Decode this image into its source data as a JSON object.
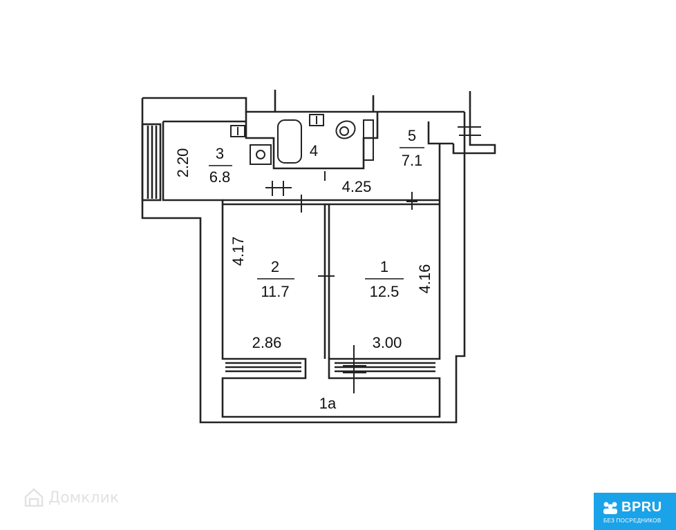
{
  "rooms": [
    {
      "id": "1",
      "area": "12.5"
    },
    {
      "id": "2",
      "area": "11.7"
    },
    {
      "id": "3",
      "area": "6.8"
    },
    {
      "id": "4"
    },
    {
      "id": "5",
      "area": "7.1"
    },
    {
      "id": "1a"
    }
  ],
  "dimensions": {
    "d1": "2.20",
    "d2": "4.25",
    "d3": "4.17",
    "d4": "4.16",
    "d5": "2.86",
    "d6": "3.00"
  },
  "watermark": {
    "text": "Домклик"
  },
  "badge": {
    "brand": "BPRU",
    "tagline": "БЕЗ ПОСРЕДНИКОВ",
    "color": "#1aa3e8"
  }
}
